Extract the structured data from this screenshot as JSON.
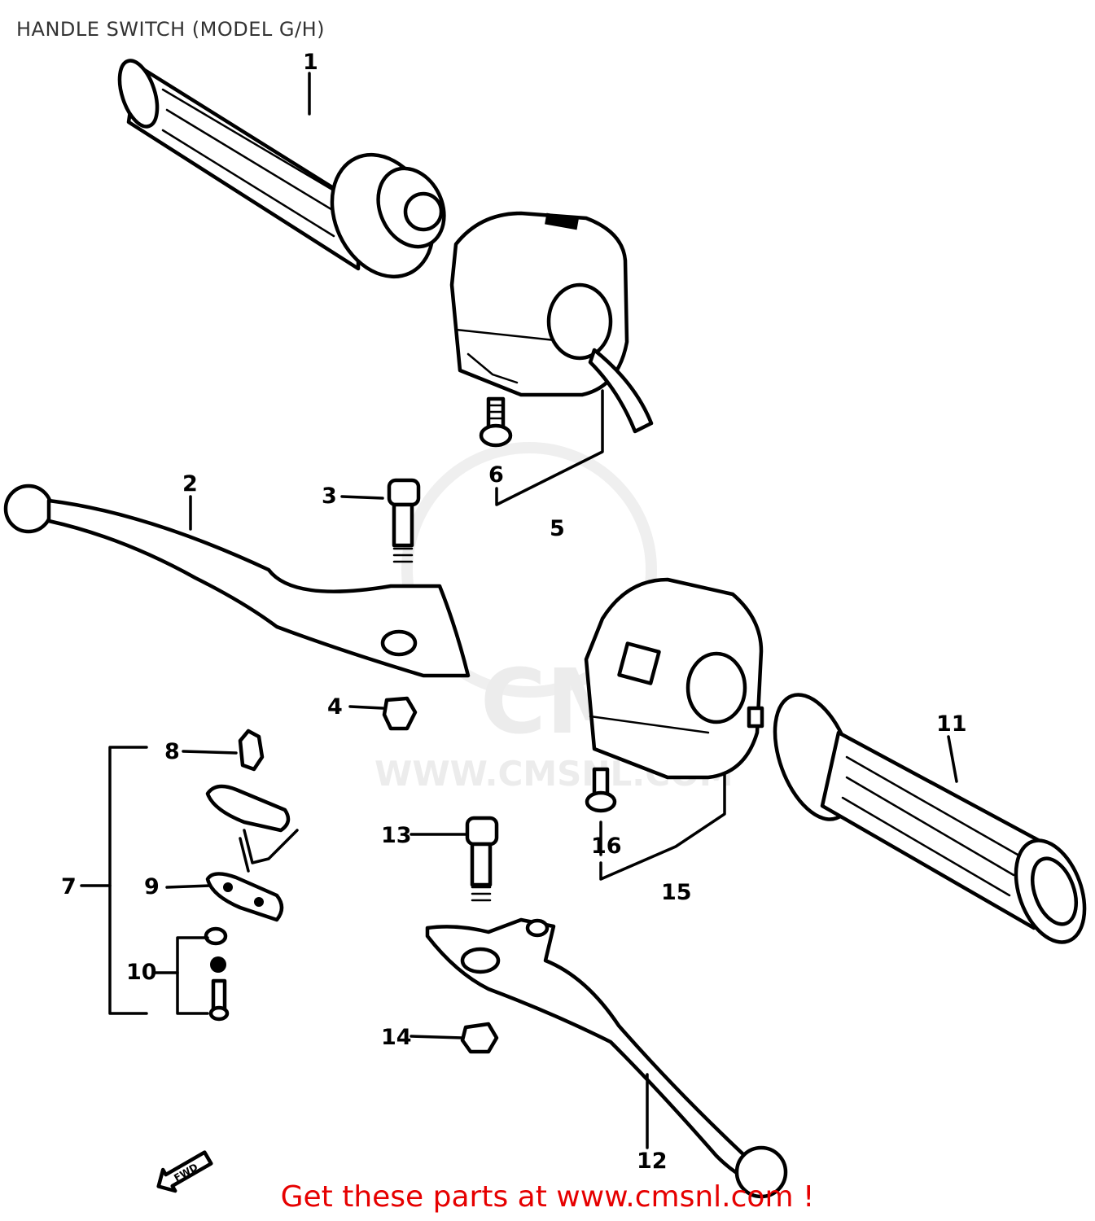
{
  "header": {
    "title": "HANDLE SWITCH (MODEL G/H)"
  },
  "watermark": {
    "logo_text": "CMS",
    "url_text": "WWW.CMSNL.COM"
  },
  "callouts": [
    {
      "id": "1"
    },
    {
      "id": "2"
    },
    {
      "id": "3"
    },
    {
      "id": "4"
    },
    {
      "id": "5"
    },
    {
      "id": "6"
    },
    {
      "id": "7"
    },
    {
      "id": "8"
    },
    {
      "id": "9"
    },
    {
      "id": "10"
    },
    {
      "id": "11"
    },
    {
      "id": "12"
    },
    {
      "id": "13"
    },
    {
      "id": "14"
    },
    {
      "id": "15"
    },
    {
      "id": "16"
    }
  ],
  "direction_marker": "FWD",
  "footer": {
    "cta": "Get these parts at www.cmsnl.com !"
  },
  "colors": {
    "footer_text": "#e60000",
    "line_art": "#000000",
    "watermark": "#ececec"
  }
}
